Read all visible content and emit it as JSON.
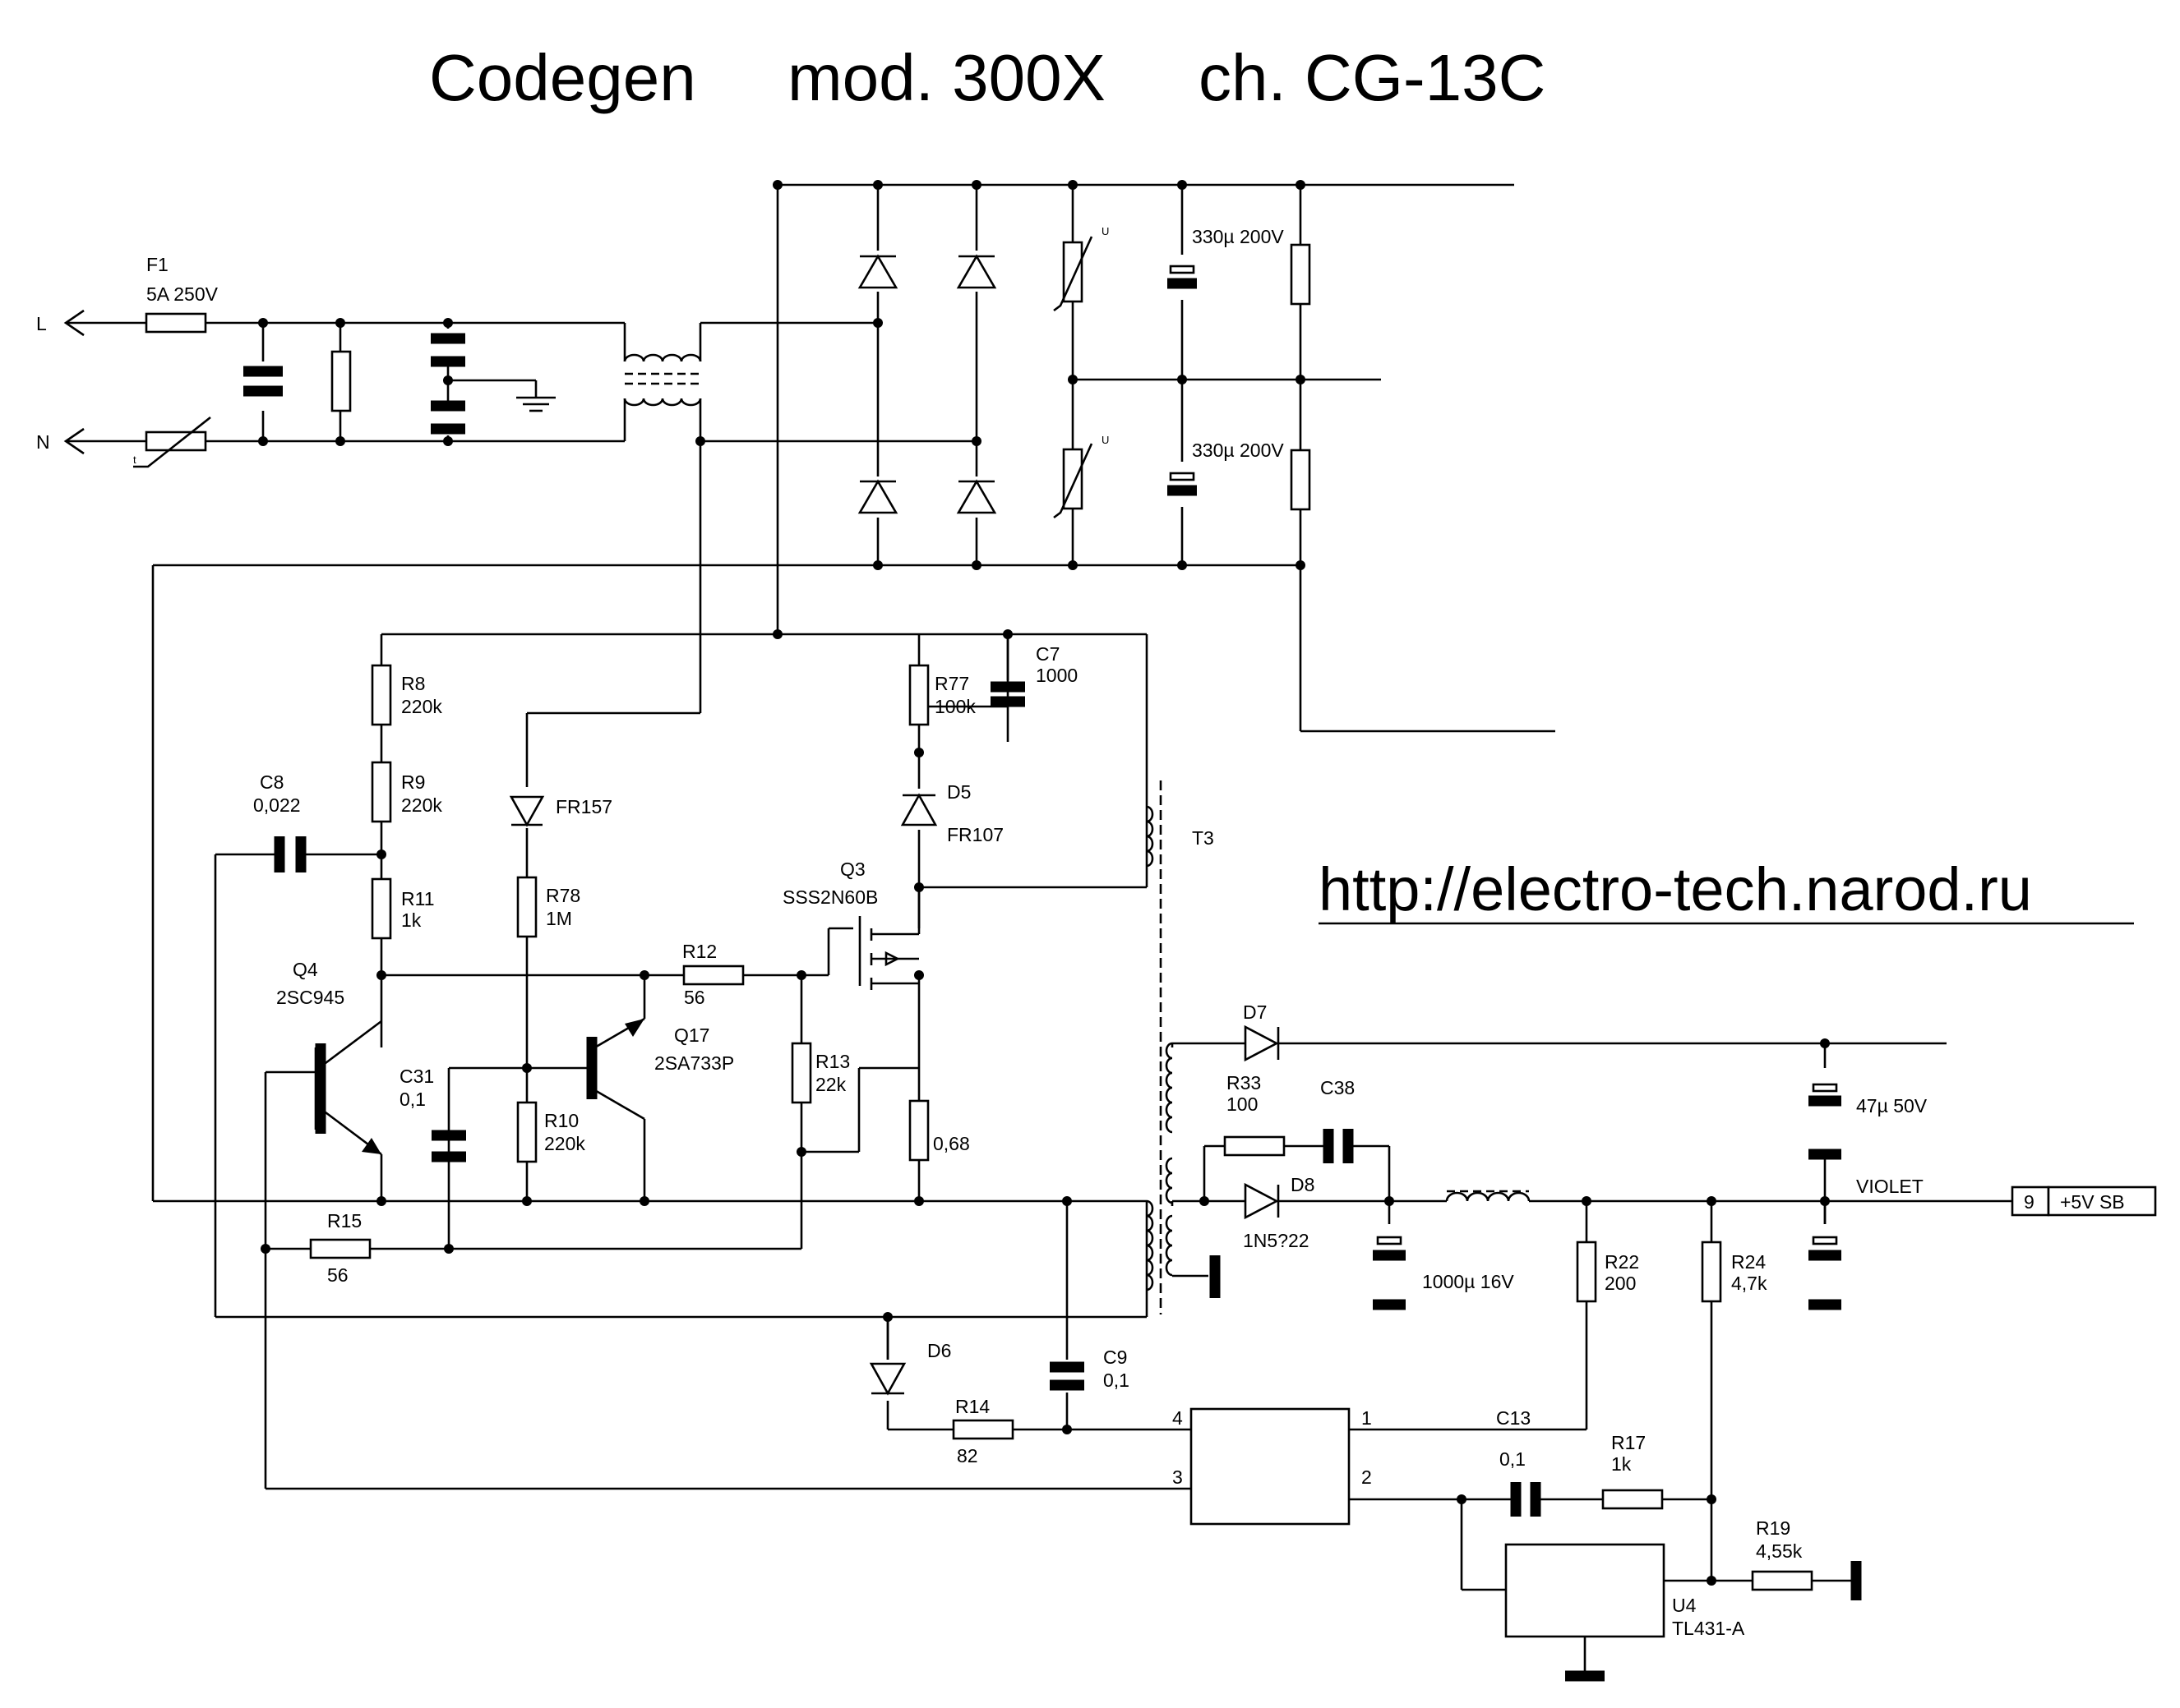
{
  "title": {
    "brand": "Codegen",
    "model": "mod. 300X",
    "chassis": "ch. CG-13C"
  },
  "url": "http://electro-tech.narod.ru",
  "terminals": {
    "line": "L",
    "neutral": "N"
  },
  "components": {
    "F1": {
      "ref": "F1",
      "value": "5A 250V"
    },
    "C_BULK_TOP": {
      "value": "330µ 200V"
    },
    "C_BULK_BOT": {
      "value": "330µ 200V"
    },
    "VAR_MARK": "U",
    "THERM_MARK": "t",
    "R8": {
      "ref": "R8",
      "value": "220k"
    },
    "R9": {
      "ref": "R9",
      "value": "220k"
    },
    "C8": {
      "ref": "C8",
      "value": "0,022"
    },
    "R11": {
      "ref": "R11",
      "value": "1k"
    },
    "Q4": {
      "ref": "Q4",
      "value": "2SC945"
    },
    "FR157": {
      "value": "FR157"
    },
    "R78": {
      "ref": "R78",
      "value": "1M"
    },
    "R77": {
      "ref": "R77",
      "value": "100k"
    },
    "C7": {
      "ref": "C7",
      "value": "1000"
    },
    "D5": {
      "ref": "D5",
      "value": "FR107"
    },
    "Q3": {
      "ref": "Q3",
      "value": "SSS2N60B"
    },
    "T3": {
      "ref": "T3"
    },
    "R12": {
      "ref": "R12",
      "value": "56"
    },
    "Q17": {
      "ref": "Q17",
      "value": "2SA733P"
    },
    "C31": {
      "ref": "C31",
      "value": "0,1"
    },
    "R10": {
      "ref": "R10",
      "value": "220k"
    },
    "R13": {
      "ref": "R13",
      "value": "22k"
    },
    "R_SENSE": {
      "value": "0,68"
    },
    "R15": {
      "ref": "R15",
      "value": "56"
    },
    "D6": {
      "ref": "D6"
    },
    "C9": {
      "ref": "C9",
      "value": "0,1"
    },
    "R14": {
      "ref": "R14",
      "value": "82"
    },
    "D7": {
      "ref": "D7"
    },
    "C_47": {
      "value": "47µ 50V"
    },
    "R33": {
      "ref": "R33",
      "value": "100"
    },
    "C38": {
      "ref": "C38"
    },
    "D8": {
      "ref": "D8",
      "value": "1N5?22"
    },
    "C_1000": {
      "value": "1000µ 16V"
    },
    "R22": {
      "ref": "R22",
      "value": "200"
    },
    "R24": {
      "ref": "R24",
      "value": "4,7k"
    },
    "C13": {
      "ref": "C13",
      "value": "0,1"
    },
    "R17": {
      "ref": "R17",
      "value": "1k"
    },
    "R19": {
      "ref": "R19",
      "value": "4,55k"
    },
    "U4": {
      "ref": "U4",
      "value": "TL431-A"
    }
  },
  "opto_pins": {
    "p1": "1",
    "p2": "2",
    "p3": "3",
    "p4": "4"
  },
  "output": {
    "wire_color": "VIOLET",
    "pin": "9",
    "name": "+5V SB"
  }
}
